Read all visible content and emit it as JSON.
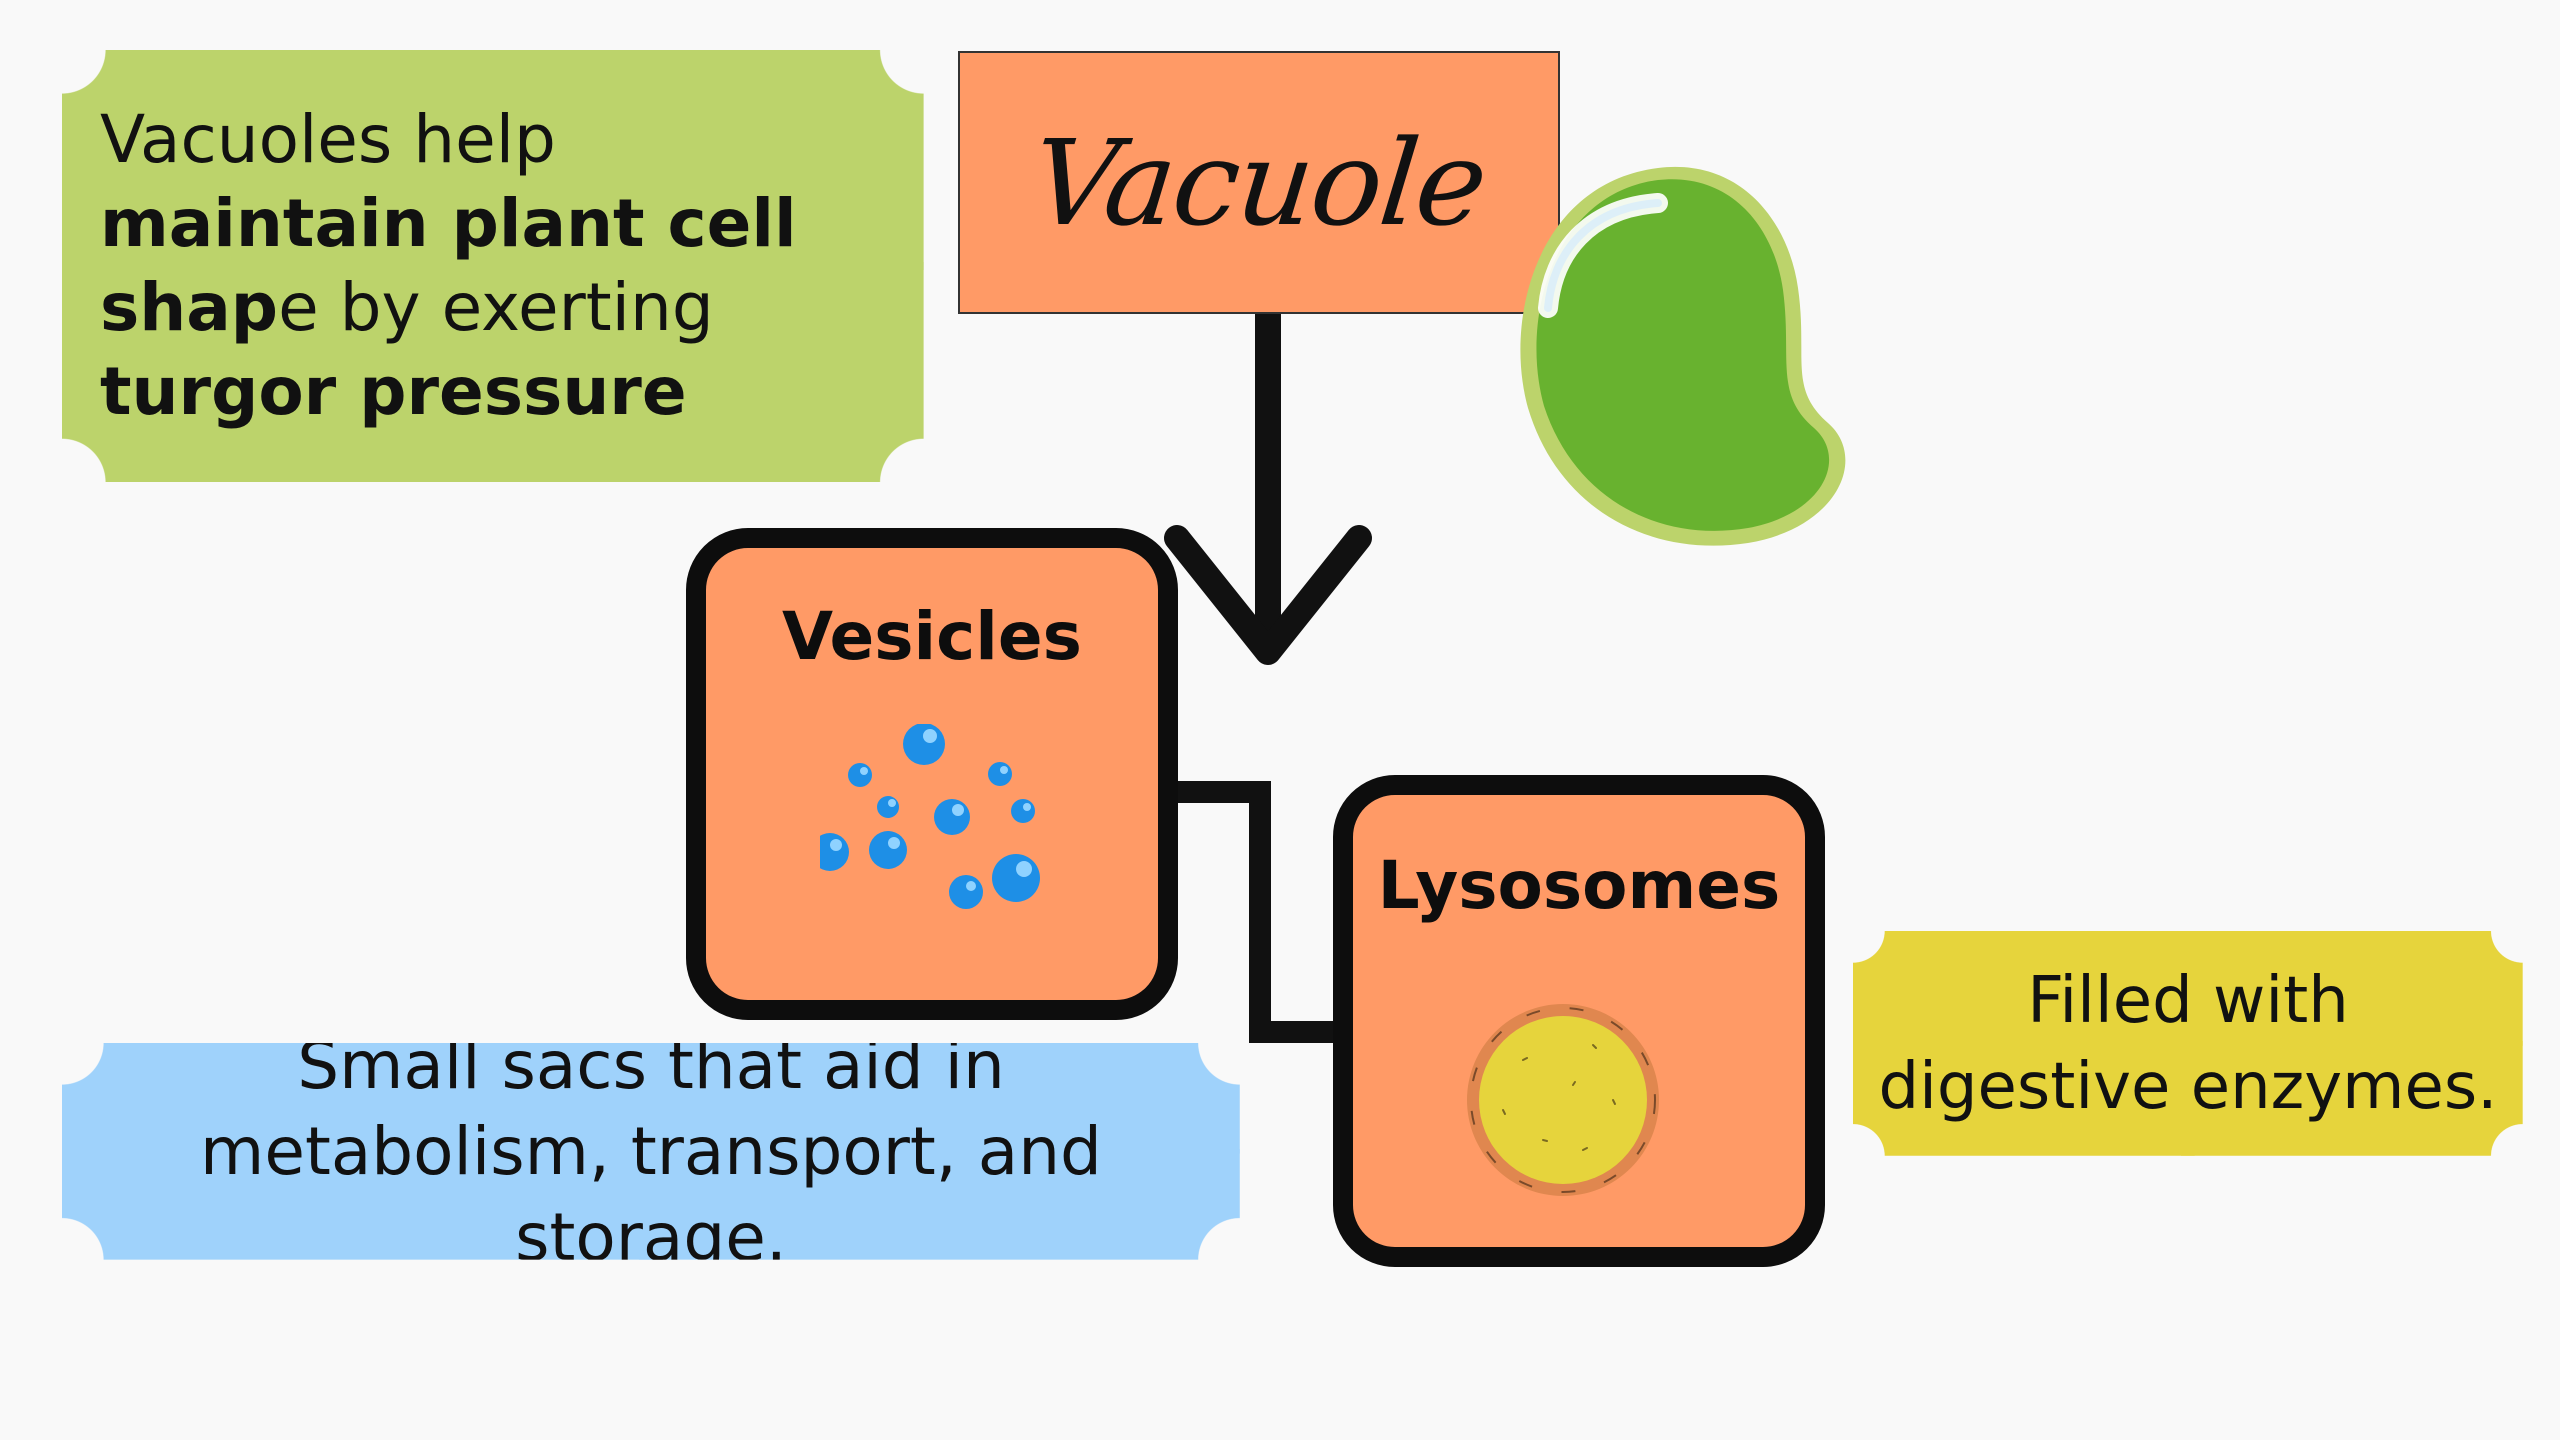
{
  "title": "Vacuole",
  "green_note": {
    "segments": [
      {
        "text": "Vacuoles help ",
        "bold": false
      },
      {
        "text": "maintain plant cell shap",
        "bold": true
      },
      {
        "text": "e by exerting ",
        "bold": false
      },
      {
        "text": "turgor pressure",
        "bold": true
      }
    ]
  },
  "vesicles": {
    "label": "Vesicles",
    "description": "Small sacs that aid in metabolism, transport, and storage."
  },
  "lysosomes": {
    "label": "Lysosomes",
    "description": "Filled with digestive enzymes."
  },
  "colors": {
    "background": "#f9f9f9",
    "orange_box": "#ff9a66",
    "green_note": "#bcd36b",
    "blue_note": "#9fd2fb",
    "yellow_note": "#e6d43c",
    "vacuole_green": "#68b22f",
    "vacuole_rim": "#bcd36b",
    "vesicle_blue": "#1e8fe6",
    "lysosome_yellow": "#e6d43c",
    "outline": "#0d0d0d"
  }
}
